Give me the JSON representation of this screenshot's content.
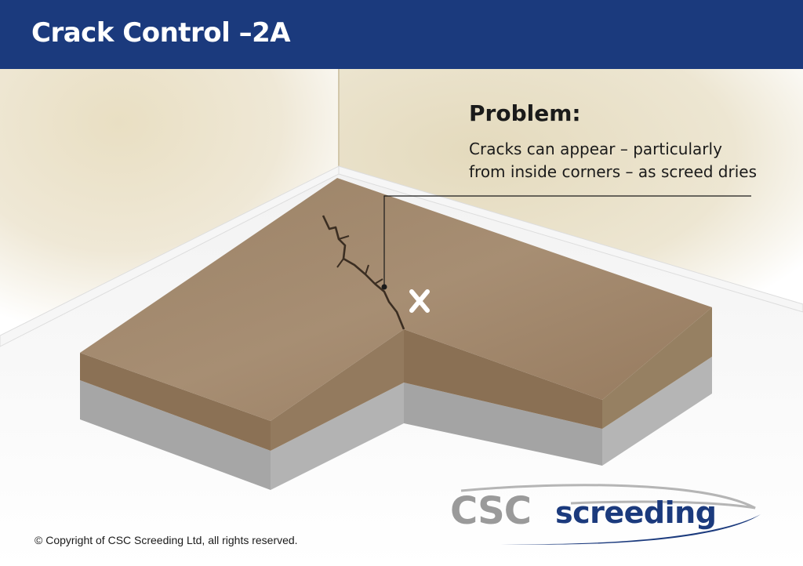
{
  "header": {
    "title": "Crack Control –2A"
  },
  "annotation": {
    "heading": "Problem:",
    "line1": "Cracks can appear – particularly",
    "line2": "from inside corners – as screed dries"
  },
  "logo": {
    "part1": "CSC",
    "part2": "screeding"
  },
  "footer": {
    "copyright": "© Copyright of CSC Screeding Ltd, all rights reserved."
  },
  "colors": {
    "header_bg": "#1b3a7d",
    "wall": "#e6dcc1",
    "screed_top": "#a3896e",
    "screed_layer": "#8e7457",
    "base_layer": "#a9a9a9",
    "logo_grey": "#9a9a9a",
    "logo_blue": "#1b3a7d"
  },
  "icons": {
    "marker": "x-mark-icon"
  }
}
